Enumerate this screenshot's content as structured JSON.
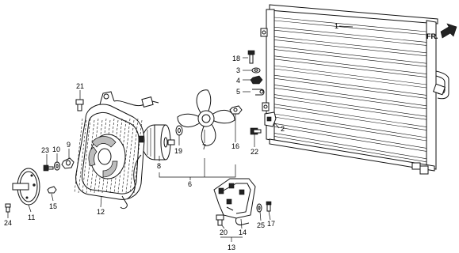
{
  "diagram": {
    "direction_label": "FR.",
    "callouts": {
      "c1": "1",
      "c2": "2",
      "c3": "3",
      "c4": "4",
      "c5": "5",
      "c6": "6",
      "c7": "7",
      "c8": "8",
      "c9": "9",
      "c10": "10",
      "c11": "11",
      "c12": "12",
      "c13": "13",
      "c14": "14",
      "c15": "15",
      "c16": "16",
      "c17": "17",
      "c18": "18",
      "c19": "19",
      "c20": "20",
      "c21": "21",
      "c22": "22",
      "c23": "23",
      "c24": "24",
      "c25": "25"
    }
  }
}
